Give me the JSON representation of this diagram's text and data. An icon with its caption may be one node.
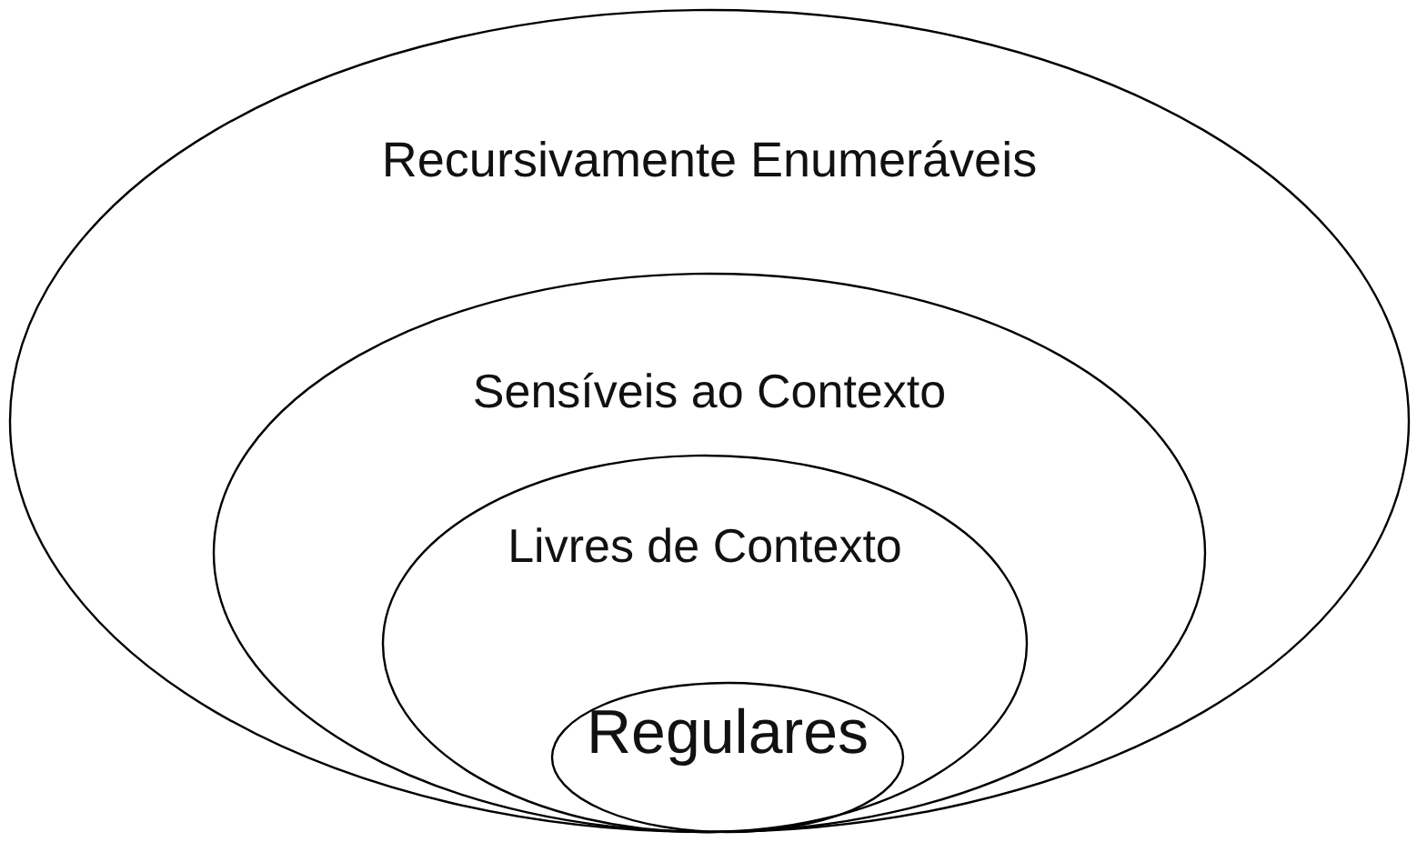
{
  "diagram": {
    "nodes": [
      {
        "text": [
          "Recursivamente Enumeráveis"
        ]
      },
      {
        "text": [
          "Sensíveis ao Contexto"
        ],
        "in": 0
      },
      {
        "text": [
          "Livres de Contexto"
        ],
        "in": 1
      },
      {
        "text": [
          "Regulares"
        ],
        "in": 2
      }
    ]
  }
}
